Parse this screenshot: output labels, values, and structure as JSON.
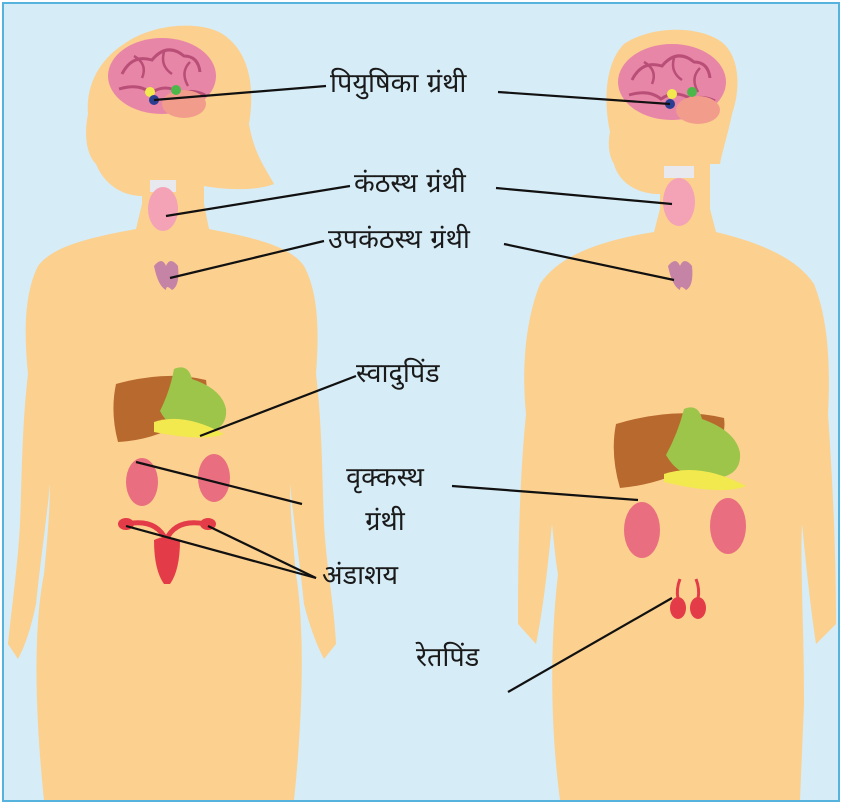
{
  "labels": {
    "pituitary": "पियुषिका ग्रंथी",
    "thyroid": "कंठस्थ ग्रंथी",
    "parathyroid": "उपकंठस्थ ग्रंथी",
    "pancreas": "स्वादुपिंड",
    "adrenal_line1": "वृक्कस्थ",
    "adrenal_line2": "ग्रंथी",
    "ovary": "अंडाशय",
    "testis": "रेतपिंड"
  },
  "colors": {
    "background": "#d6ecf7",
    "border": "#56b3de",
    "body": "#fcd08f",
    "brain": "#e886a8",
    "thyroid": "#f4a2b6",
    "parathyroid": "#c584a6",
    "liver": "#b8692e",
    "stomach": "#9cc54a",
    "kidney": "#e96e80",
    "adrenal_yellow": "#f2e94e",
    "ovary_red": "#e33c48",
    "leader_line": "#111111"
  }
}
